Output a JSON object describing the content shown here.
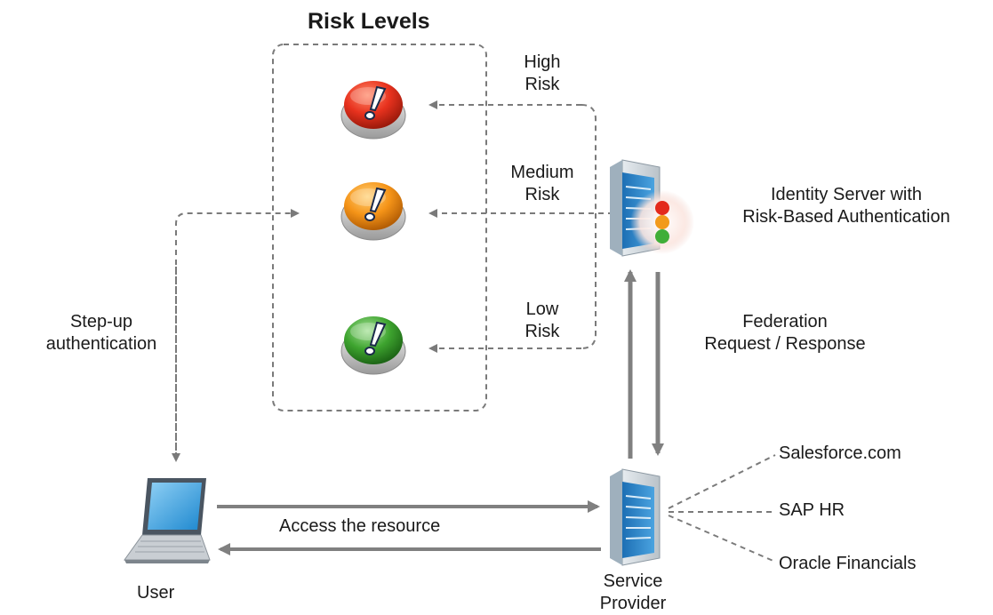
{
  "title": "Risk Levels",
  "risk_levels": [
    {
      "line1": "High",
      "line2": "Risk",
      "color": "#e8321e"
    },
    {
      "line1": "Medium",
      "line2": "Risk",
      "color": "#f59418"
    },
    {
      "line1": "Low",
      "line2": "Risk",
      "color": "#3ea42f"
    }
  ],
  "identity_server": {
    "line1": "Identity Server with",
    "line2": "Risk-Based Authentication"
  },
  "federation": {
    "line1": "Federation",
    "line2": "Request / Response"
  },
  "step_up": {
    "line1": "Step-up",
    "line2": "authentication"
  },
  "access_label": "Access the resource",
  "user_label": "User",
  "service_provider": {
    "line1": "Service",
    "line2": "Provider"
  },
  "applications": [
    "Salesforce.com",
    "SAP HR",
    "Oracle Financials"
  ],
  "icons": {
    "risk": "exclamation-button-icon",
    "server": "server-icon",
    "traffic_light": "traffic-light-icon",
    "laptop": "laptop-icon"
  },
  "colors": {
    "arrow_solid": "#808080",
    "arrow_dashed": "#7a7a7a",
    "server_blue": "#2f86c8"
  }
}
